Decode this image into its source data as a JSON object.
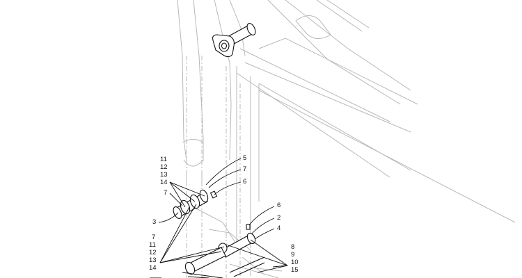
{
  "callouts": {
    "c5_top": "5",
    "c7_top": "7",
    "c6_top": "6",
    "c11_a": "11",
    "c12_a": "12",
    "c13_a": "13",
    "c14_a": "14",
    "c7_a": "7",
    "c3": "3",
    "c6_mid": "6",
    "c2": "2",
    "c4": "4",
    "c7_b": "7",
    "c11_b": "11",
    "c12_b": "12",
    "c13_b": "13",
    "c14_b": "14",
    "c8": "8",
    "c9": "9",
    "c10": "10",
    "c15": "15"
  }
}
